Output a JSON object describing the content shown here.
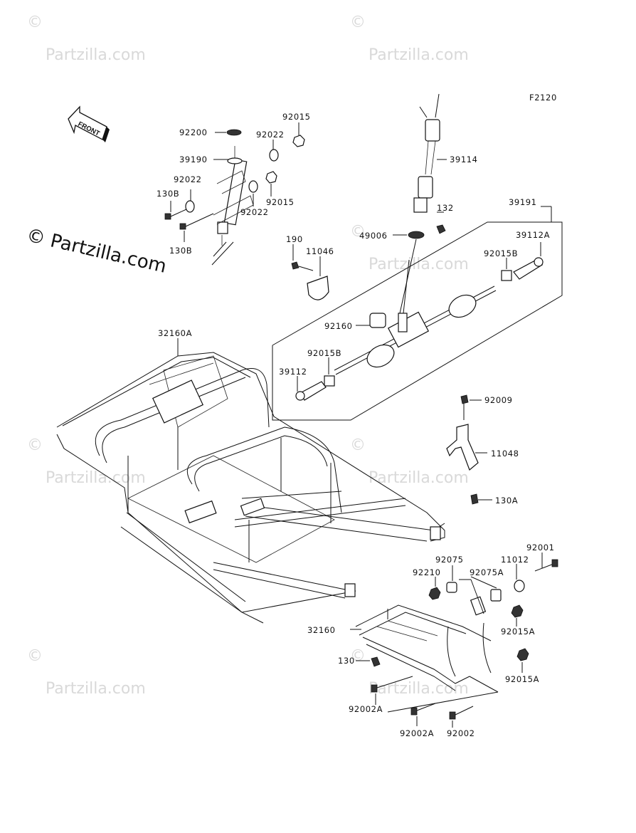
{
  "diagram_code": "F2120",
  "front_label": "FRONT",
  "watermark_text": "Partzilla.com",
  "copyright_symbol": "©",
  "main_watermark": "© Partzilla.com",
  "part_numbers": {
    "p92200": "92200",
    "p92015_top": "92015",
    "p92022_top": "92022",
    "p39190": "39190",
    "p92022_left": "92022",
    "p130B_a": "130B",
    "p92015_mid": "92015",
    "p92022_mid": "92022",
    "p130B_b": "130B",
    "p39114": "39114",
    "p132": "132",
    "p39191": "39191",
    "p49006": "49006",
    "p39112A": "39112A",
    "p190": "190",
    "p11046": "11046",
    "p92015B_right": "92015B",
    "p92160": "92160",
    "p92015B_left": "92015B",
    "p39112": "39112",
    "p32160A": "32160A",
    "p92009": "92009",
    "p11048": "11048",
    "p130A": "130A",
    "p92001": "92001",
    "p92075": "92075",
    "p11012": "11012",
    "p92210": "92210",
    "p92075A": "92075A",
    "p32160": "32160",
    "p92015A_a": "92015A",
    "p130": "130",
    "p92015A_b": "92015A",
    "p92002A_a": "92002A",
    "p92002A_b": "92002A",
    "p92002": "92002"
  }
}
